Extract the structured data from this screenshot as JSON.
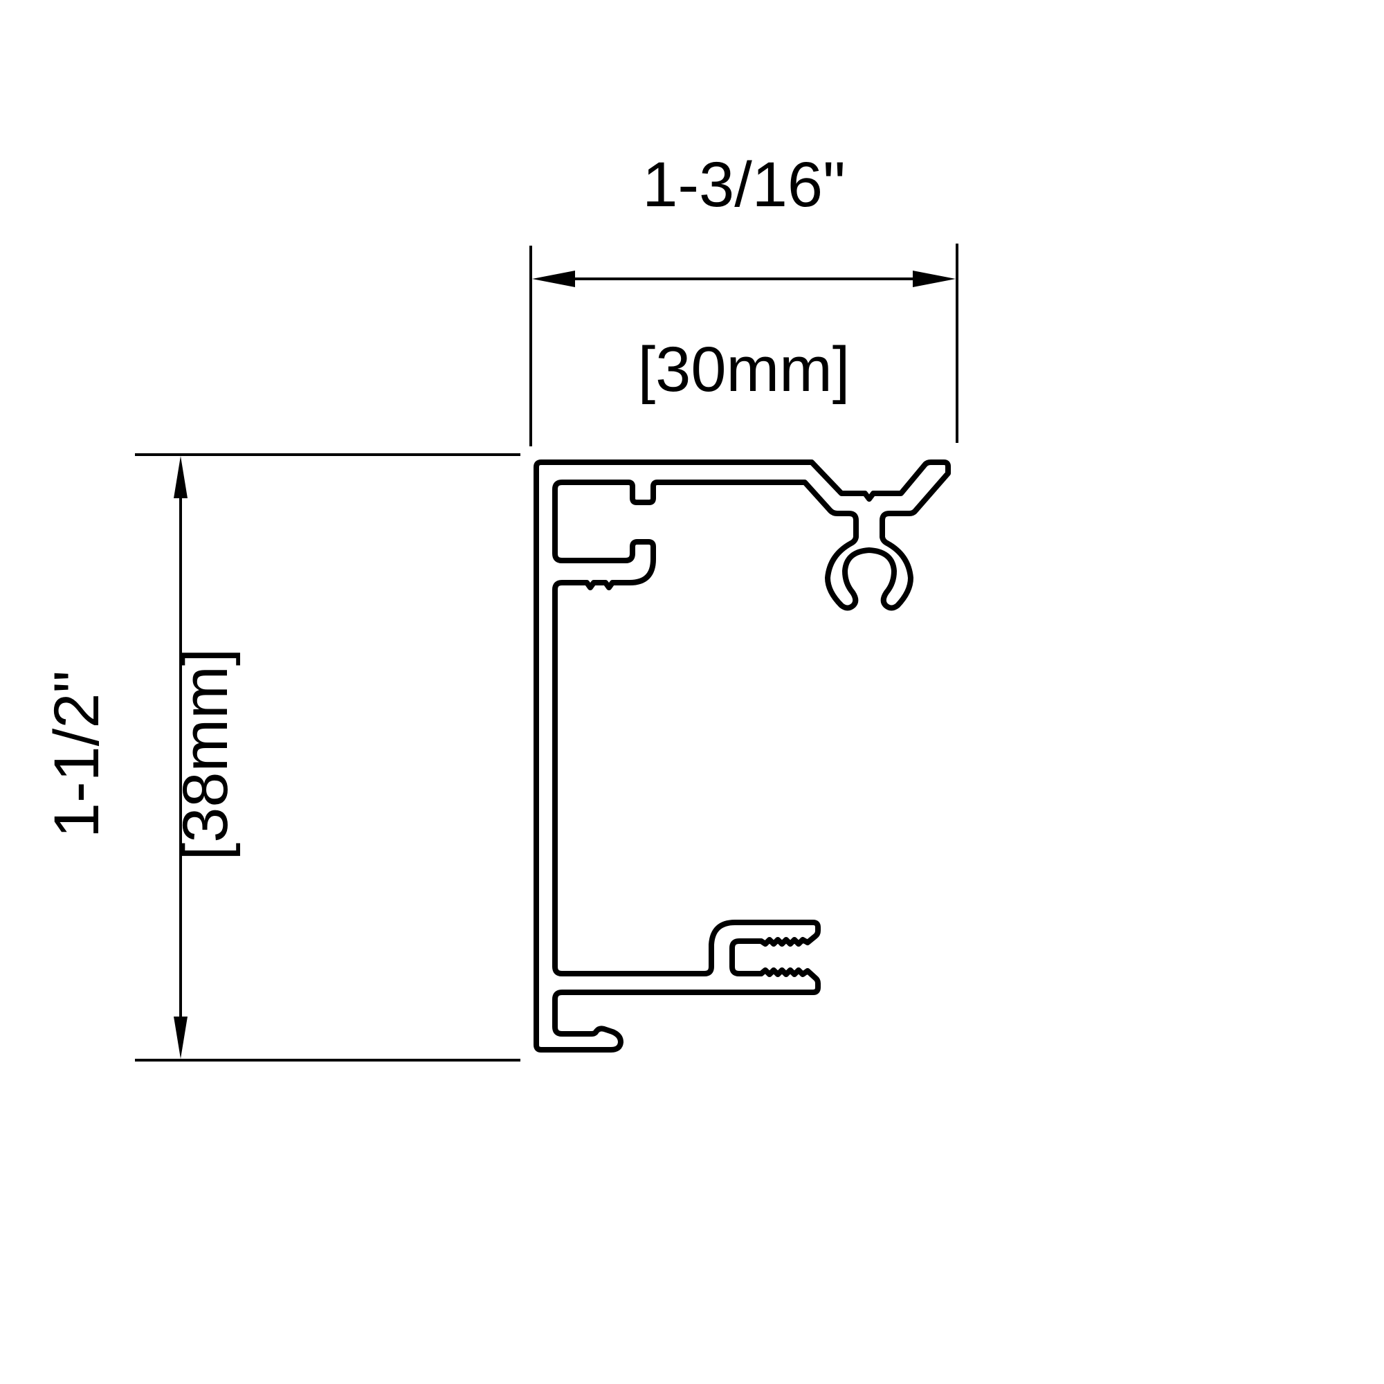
{
  "drawing": {
    "type": "extrusion profile cross-section",
    "background_color": "#ffffff",
    "line_color": "#000000"
  },
  "dimensions": {
    "width": {
      "imperial": "1-3/16\"",
      "metric": "[30mm]",
      "orientation": "horizontal"
    },
    "height": {
      "imperial": "1-1/2\"",
      "metric": "[38mm]",
      "orientation": "vertical"
    }
  }
}
